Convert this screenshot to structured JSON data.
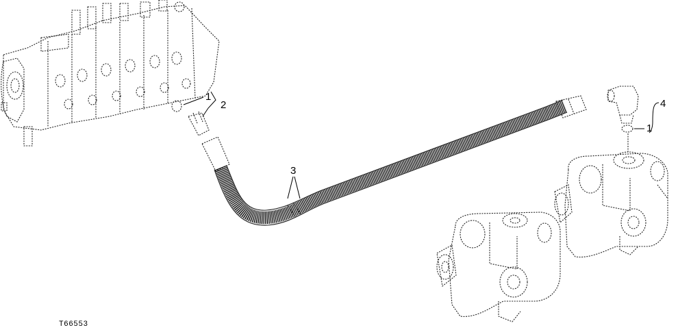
{
  "callouts": {
    "c1_left": "1",
    "c2": "2",
    "c3": "3",
    "c4": "4",
    "c1_right": "1"
  },
  "figure_id": "T66553"
}
